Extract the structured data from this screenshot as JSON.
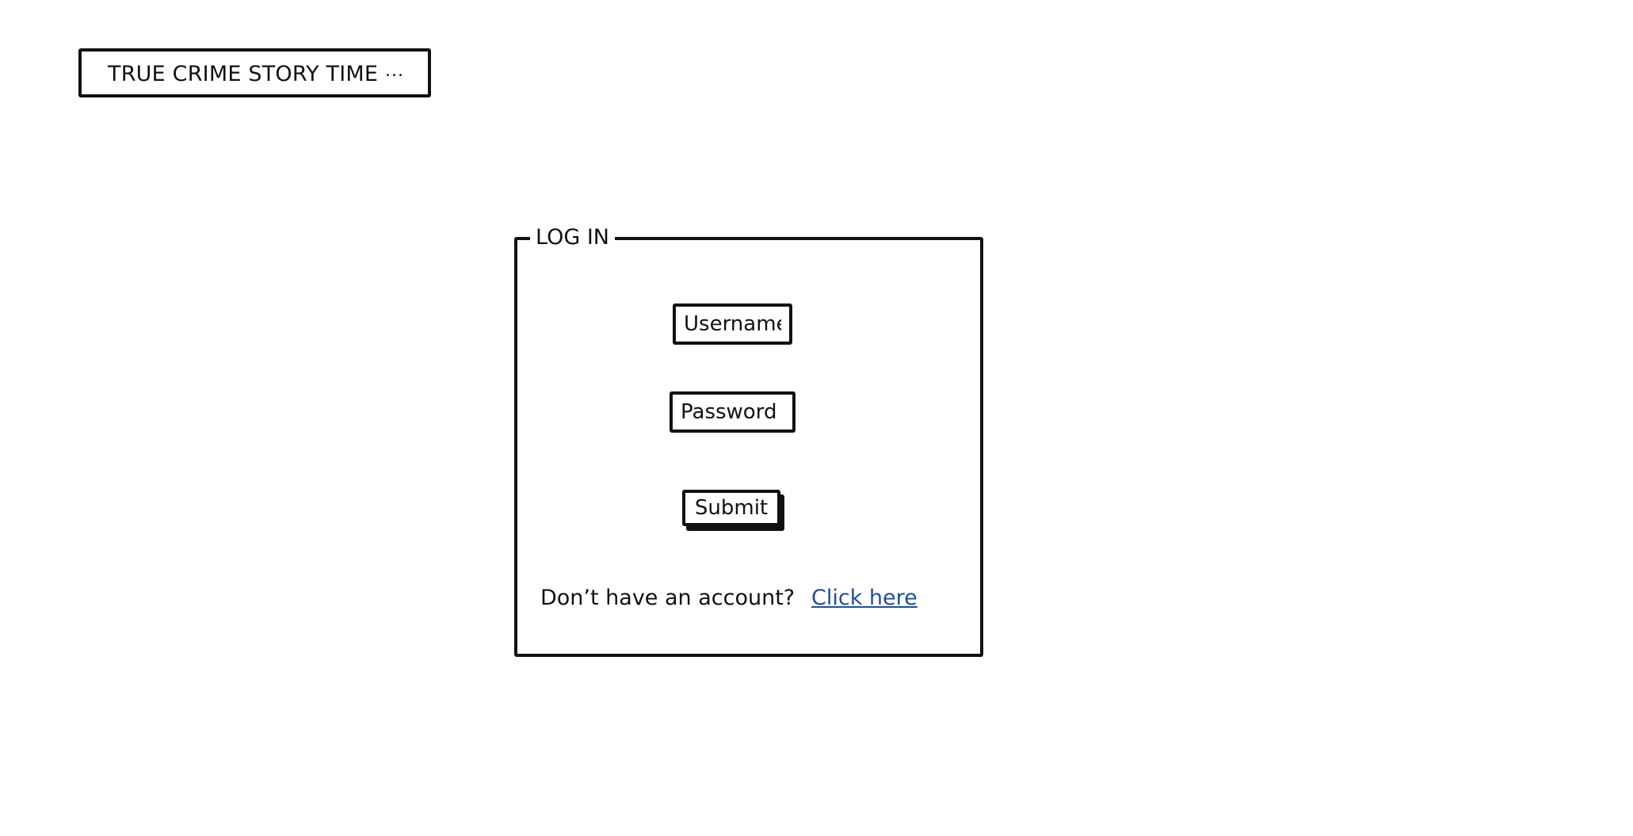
{
  "header": {
    "title": "TRUE CRIME STORY TIME",
    "more_label": "..."
  },
  "login": {
    "legend": "LOG IN",
    "username_placeholder": "Username",
    "password_placeholder": "Password",
    "submit_label": "Submit",
    "account_prompt": "Don’t have an account?",
    "signup_link_label": "Click here",
    "link_color": "#1f4f9a"
  }
}
